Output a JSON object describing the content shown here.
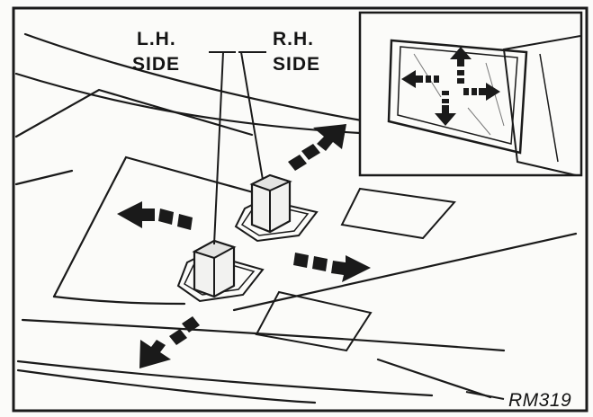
{
  "labels": {
    "lh_side_line1": "L.H.",
    "lh_side_line2": "SIDE",
    "rh_side_line1": "R.H.",
    "rh_side_line2": "SIDE"
  },
  "figure_code": "RM319"
}
